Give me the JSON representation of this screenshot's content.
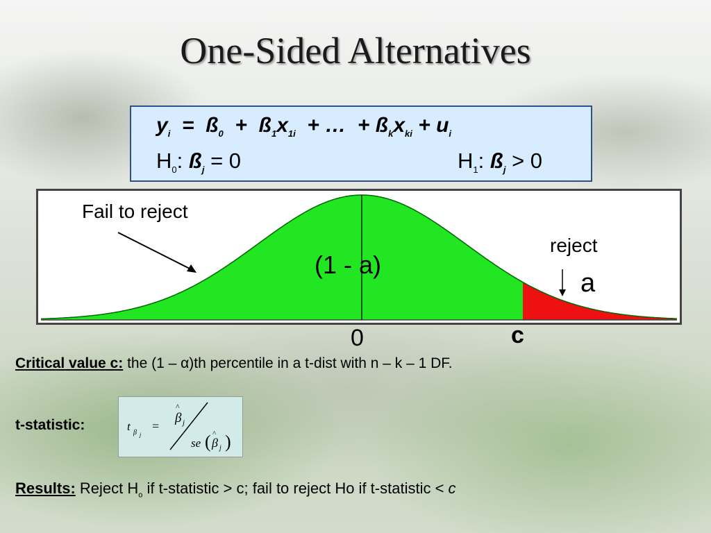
{
  "title": "One-Sided Alternatives",
  "model": {
    "y": "y",
    "y_sub": "i",
    "eq": "=",
    "b0": "ß",
    "b0_sub": "0",
    "plus": "+",
    "b1": "ß",
    "b1_sub": "1",
    "x1": "x",
    "x1_sub": "1i",
    "dots": "+ …",
    "bk": "+ ß",
    "bk_sub": "k",
    "xk": "x",
    "xk_sub": "ki",
    "u": "+ u",
    "u_sub": "i"
  },
  "hypotheses": {
    "h0_prefix": "H",
    "h0_sub": "0",
    "h0_colon": ":",
    "h0_beta": "ß",
    "h0_beta_sub": "j",
    "h0_rel": "= 0",
    "h1_prefix": "H",
    "h1_sub": "1",
    "h1_colon": ":",
    "h1_beta": "ß",
    "h1_beta_sub": "j",
    "h1_rel": "> 0"
  },
  "diagram": {
    "fail_label": "Fail to reject",
    "accept_region_label": "(1 - a)",
    "reject_label": "reject",
    "alpha_label": "a",
    "zero_label": "0",
    "c_label": "c",
    "colors": {
      "accept": "#22e622",
      "reject": "#ee1111",
      "curve": "#006600",
      "axis": "#444444"
    }
  },
  "critical": {
    "label": "Critical value c:",
    "text": " the (1 – α)th percentile in a t-dist with n – k – 1 DF."
  },
  "tstatistic": {
    "label": "t-statistic:",
    "t": "t",
    "eq": "=",
    "beta": "β",
    "beta_sub": "j",
    "se": "se"
  },
  "results": {
    "label": "Results:",
    "text1": " Reject H",
    "h_sub": "o",
    "text2": " if t-statistic > c; fail to reject Ho if t-statistic < ",
    "c": "c"
  }
}
